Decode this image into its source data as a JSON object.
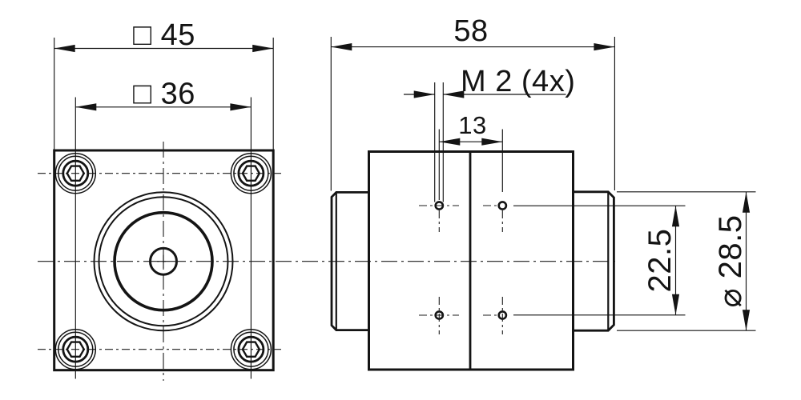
{
  "drawing": {
    "views": {
      "front": "front-view",
      "side": "side-view"
    },
    "dimensions": {
      "front_flange_width": "□ 45",
      "front_bolt_spacing": "□ 36",
      "side_overall_length": "58",
      "side_thread_callout": "M 2 (4x)",
      "side_hole_spacing": "13",
      "side_hole_pattern_height": "22.5",
      "side_body_diameter": "⌀ 28.5"
    },
    "colors": {
      "line": "#141414",
      "background": "#ffffff"
    }
  }
}
